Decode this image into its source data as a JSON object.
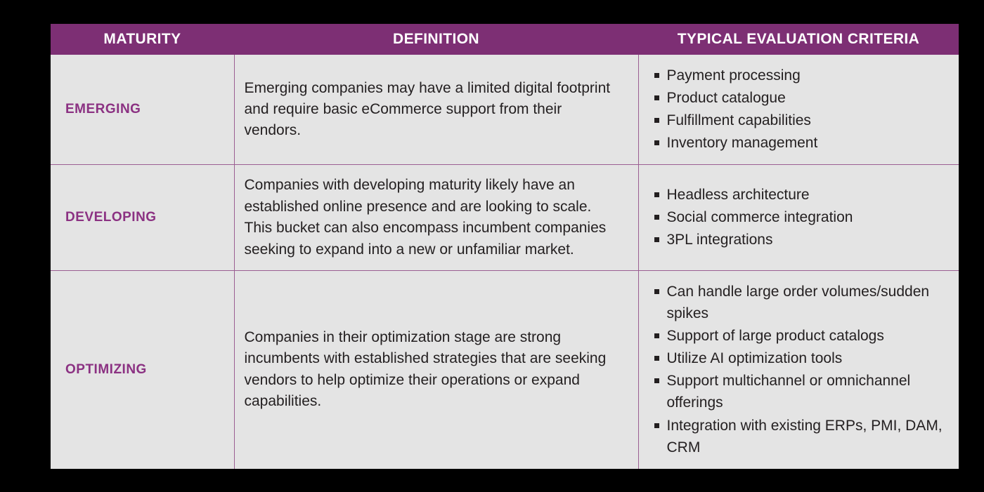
{
  "page": {
    "background_color": "#000000",
    "table_background_color": "#e4e4e4",
    "header_color": "#7d2f74",
    "accent_color": "#8b3182",
    "divider_color": "#9b5e92",
    "body_text_color": "#231f20"
  },
  "table": {
    "headers": {
      "maturity": "MATURITY",
      "definition": "DEFINITION",
      "criteria": "TYPICAL EVALUATION CRITERIA"
    },
    "rows": [
      {
        "maturity": "EMERGING",
        "definition": "Emerging companies may have a limited digital footprint and require basic eCommerce support from their vendors.",
        "criteria": [
          "Payment processing",
          "Product catalogue",
          "Fulfillment capabilities",
          "Inventory management"
        ]
      },
      {
        "maturity": "DEVELOPING",
        "definition": "Companies with developing maturity likely have an established online presence and are looking to scale. This bucket can also encompass incumbent companies seeking to expand into a new or unfamiliar market.",
        "criteria": [
          "Headless architecture",
          "Social commerce integration",
          "3PL integrations"
        ]
      },
      {
        "maturity": "OPTIMIZING",
        "definition": "Companies in their optimization stage are strong incumbents with established strategies that are seeking vendors to help optimize their operations or expand capabilities.",
        "criteria": [
          "Can handle large order volumes/sudden spikes",
          "Support of large product catalogs",
          "Utilize AI optimization tools",
          "Support multichannel or omnichannel offerings",
          "Integration with existing ERPs, PMI, DAM, CRM"
        ]
      }
    ]
  }
}
